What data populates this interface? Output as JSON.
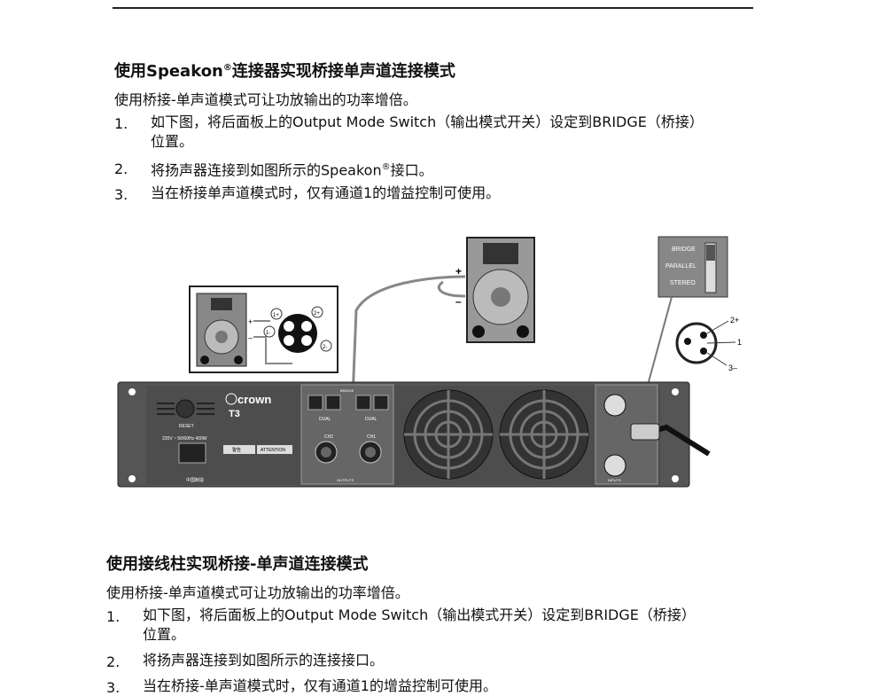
{
  "section1": {
    "title_a": "使用Speakon",
    "title_reg": "®",
    "title_b": "连接器实现桥接单声道连接模式",
    "intro": "使用桥接-单声道模式可让功放输出的功率增倍。",
    "steps": [
      {
        "num": "1.",
        "line1": "如下图，将后面板上的Output Mode Switch（输出模式开关）设定到BRIDGE（桥接）",
        "line2": "位置。"
      },
      {
        "num": "2.",
        "text_a": "将扬声器连接到如图所示的Speakon",
        "reg": "®",
        "text_b": "接口。"
      },
      {
        "num": "3.",
        "line1": "当在桥接单声道模式时，仅有通道1的增益控制可使用。"
      }
    ]
  },
  "diagram": {
    "switch_labels": [
      "BRIDGE",
      "PARALLEL",
      "STEREO"
    ],
    "xlr_labels": [
      "2+",
      "1",
      "3–"
    ],
    "speaker_plus": "+",
    "speaker_minus": "–",
    "speakon_labels": [
      "1+",
      "2+",
      "1-",
      "2-"
    ],
    "brand": "crown",
    "model": "T3",
    "reset_label": "RESET",
    "voltage_label": "220V ~ 50/60Hz 400W",
    "warning_cn": "警告",
    "warning_en": "ATTENTION",
    "dual_label": "DUAL",
    "bridge_label": "BRIDGE",
    "ch1_label": "CH1",
    "ch2_label": "CH2",
    "outputs_label": "OUTPUTS",
    "inputs_label": "INPUTS",
    "made_in": "中国制造"
  },
  "section2": {
    "title": "使用接线柱实现桥接-单声道连接模式",
    "intro": "使用桥接-单声道模式可让功放输出的功率增倍。",
    "steps": [
      {
        "num": "1.",
        "line1": "如下图，将后面板上的Output Mode Switch（输出模式开关）设定到BRIDGE（桥接）",
        "line2": "位置。"
      },
      {
        "num": "2.",
        "line1": "将扬声器连接到如图所示的连接接口。"
      },
      {
        "num": "3.",
        "line1": "当在桥接-单声道模式时，仅有通道1的增益控制可使用。"
      }
    ]
  }
}
